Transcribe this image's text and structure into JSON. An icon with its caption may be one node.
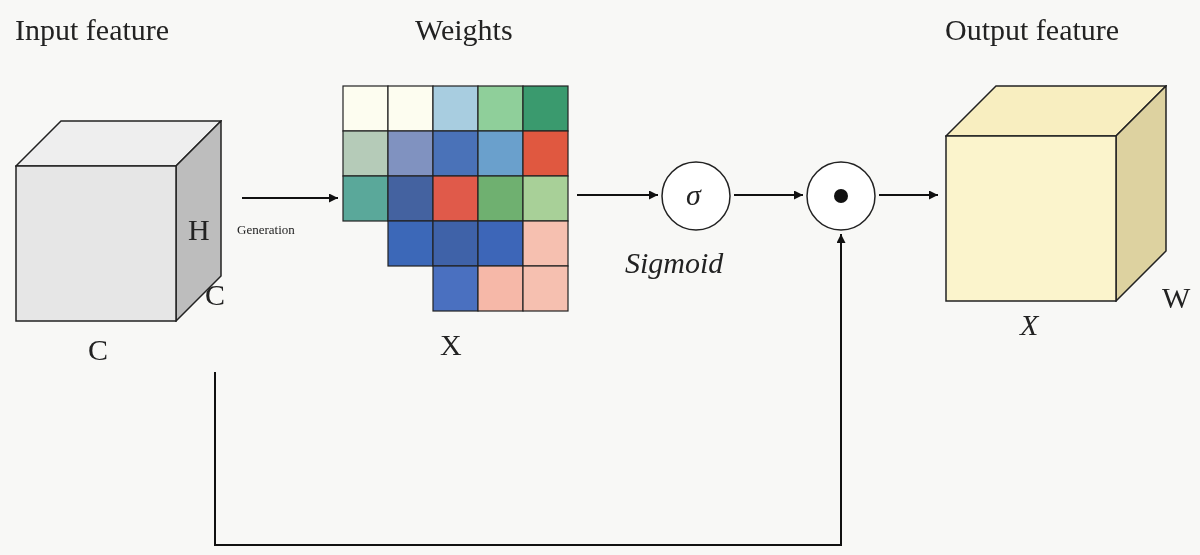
{
  "diagram": {
    "nodes": [
      {
        "text": [
          "Input feature"
        ],
        "beside": [
          "H",
          "C",
          "C"
        ]
      },
      {
        "text": [
          "Weights"
        ],
        "beside": [
          "X"
        ]
      },
      {
        "text": [
          "σ"
        ],
        "beside": [
          "Sigmoid"
        ]
      },
      {
        "text": [],
        "shape": "circle"
      },
      {
        "text": [
          "Output feature"
        ],
        "beside": [
          "X",
          "W"
        ]
      }
    ],
    "edges": [
      {
        "from": 0,
        "to": 1,
        "arrow": "to",
        "label": "Generation"
      },
      {
        "from": 1,
        "to": 2,
        "arrow": "to"
      },
      {
        "from": 2,
        "to": 3,
        "arrow": "to"
      },
      {
        "from": 3,
        "to": 4,
        "arrow": "to"
      },
      {
        "from": 0,
        "to": 3,
        "arrow": "to"
      }
    ]
  }
}
